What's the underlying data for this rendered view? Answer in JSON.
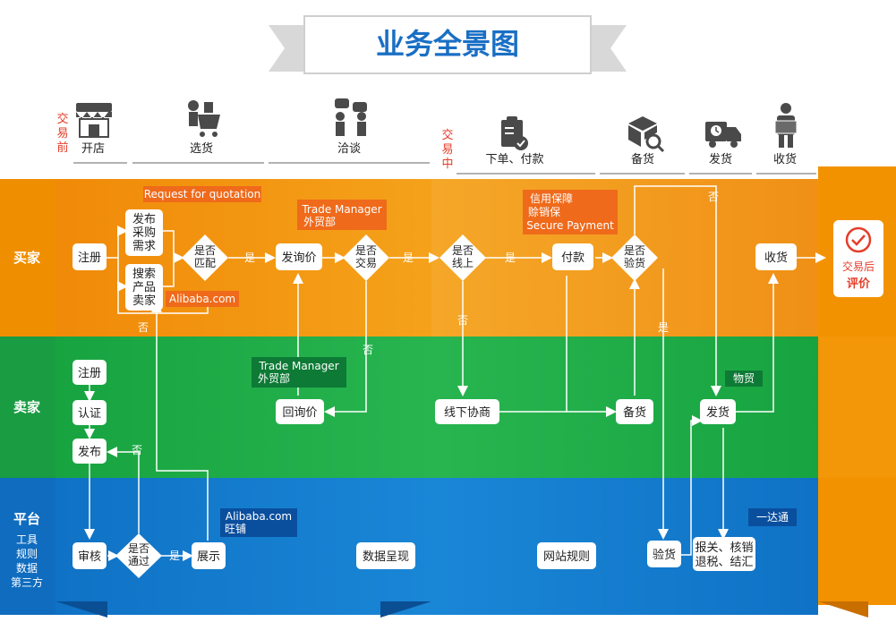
{
  "title": "业务全景图",
  "phases": {
    "before": [
      "交",
      "易",
      "前"
    ],
    "during": [
      "交",
      "易",
      "中"
    ]
  },
  "steps": {
    "open_shop": "开店",
    "select": "选货",
    "negotiate": "洽谈",
    "order_pay": "下单、付款",
    "prepare": "备货",
    "ship": "发货",
    "receive": "收货"
  },
  "lanes": {
    "buyer": "买家",
    "seller": "卖家",
    "platform": "平台",
    "platform_sub": [
      "工具",
      "规则",
      "数据",
      "第三方"
    ]
  },
  "nodes": {
    "buyer_register": "注册",
    "publish_rfq": [
      "发布",
      "采购",
      "需求"
    ],
    "search_seller": [
      "搜索",
      "产品",
      "卖家"
    ],
    "match": [
      "是否",
      "匹配"
    ],
    "send_inquiry": "发询价",
    "trade": [
      "是否",
      "交易"
    ],
    "online": [
      "是否",
      "线上"
    ],
    "pay": "付款",
    "inspect": [
      "是否",
      "验货"
    ],
    "receive_goods": "收货",
    "seller_register": "注册",
    "certify": "认证",
    "publish": "发布",
    "reply_inquiry": "回询价",
    "offline": "线下协商",
    "seller_prepare": "备货",
    "seller_ship": "发货",
    "audit": "审核",
    "pass": [
      "是否",
      "通过"
    ],
    "display": "展示",
    "data_present": "数据呈现",
    "site_rules": "网站规则",
    "platform_inspect": "验货",
    "customs": [
      "报关、核销",
      "退税、结汇"
    ]
  },
  "labels": {
    "yes": "是",
    "no": "否"
  },
  "callouts": {
    "rfq": "Request for quotation",
    "alibaba": "Alibaba.com",
    "tm_buyer": [
      "Trade Manager",
      "外贸部"
    ],
    "tm_seller": [
      "Trade Manager",
      "外贸部"
    ],
    "secure": [
      "信用保障",
      "赊销保",
      "Secure Payment"
    ],
    "logistics": "物贸",
    "wangpu": [
      "Alibaba.com",
      "旺铺"
    ],
    "yidatong": "一达通"
  },
  "after": [
    "交易后",
    "评价"
  ],
  "colors": {
    "title_blue": "#1a6fc4",
    "orange_lane": "#f5a21b",
    "orange_dark": "#ef7d00",
    "green_lane": "#23b14b",
    "green_dark": "#0d8a3a",
    "blue_lane": "#1683d4",
    "blue_dark": "#0a5fb0",
    "red": "#e53e2a",
    "rail": "#f39200"
  },
  "icons": [
    "shop-icon",
    "cart-icon",
    "people-talk-icon",
    "clipboard-check-icon",
    "box-search-icon",
    "truck-icon",
    "person-box-icon",
    "check-circle-icon"
  ]
}
